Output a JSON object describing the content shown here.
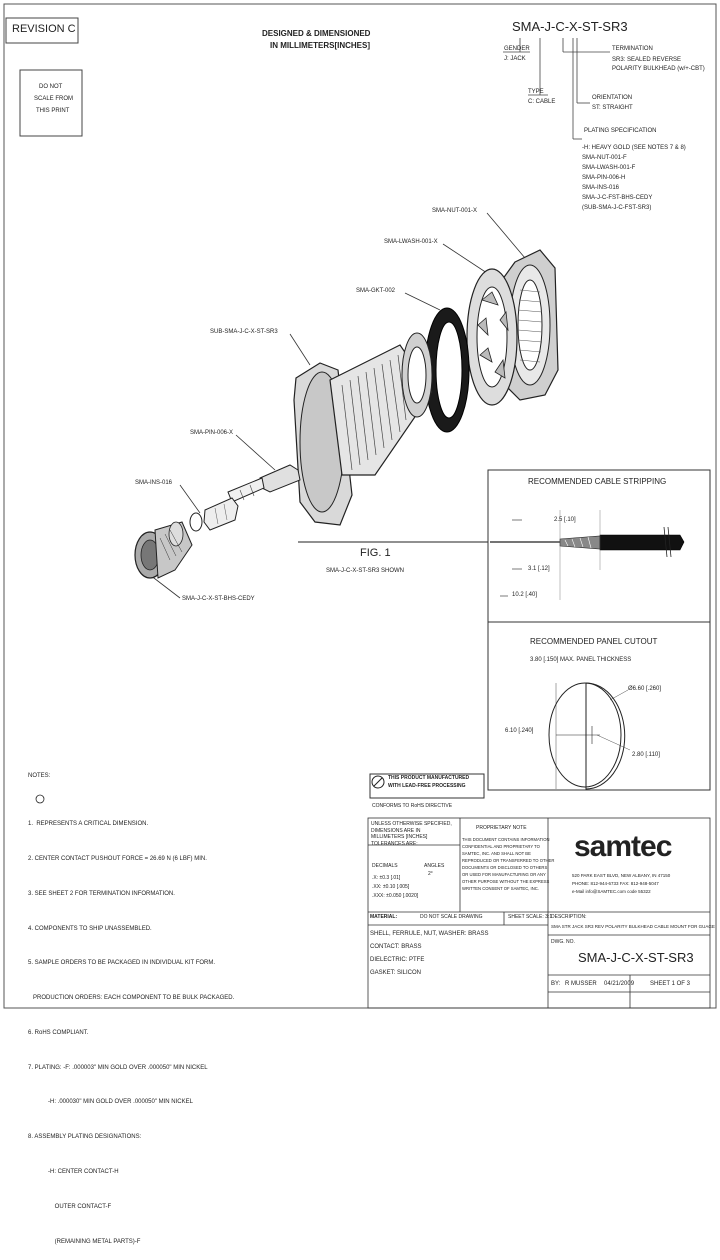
{
  "revision": "REVISION C",
  "do_not_scale": [
    "DO NOT",
    "SCALE FROM",
    "THIS PRINT"
  ],
  "designed": [
    "DESIGNED & DIMENSIONED",
    "IN MILLIMETERS[INCHES]"
  ],
  "part_code": {
    "number": "SMA-J-C-X-ST-SR3",
    "gender_label": "GENDER",
    "gender_value": "J: JACK",
    "type_label": "TYPE",
    "type_value": "C: CABLE",
    "termination_label": "TERMINATION",
    "termination_value_1": "SR3: SEALED REVERSE",
    "termination_value_2": "POLARITY BULKHEAD (w/+-CBT)",
    "orientation_label": "ORIENTATION",
    "orientation_value": "ST: STRAIGHT",
    "plating_label": "PLATING SPECIFICATION",
    "plating_lines": [
      "-H: HEAVY GOLD (SEE NOTES 7 & 8)",
      "SMA-NUT-001-F",
      "SMA-LWASH-001-F",
      "SMA-PIN-006-H",
      "SMA-INS-016",
      "SMA-J-C-FST-BHS-CEDY",
      "(SUB-SMA-J-C-FST-SR3)"
    ]
  },
  "callouts": {
    "nut": "SMA-NUT-001-X",
    "lwash": "SMA-LWASH-001-X",
    "gasket": "SMA-GKT-002",
    "sub": "SUB-SMA-J-C-X-ST-SR3",
    "pin": "SMA-PIN-006-X",
    "ins": "SMA-INS-016",
    "body": "SMA-J-C-X-ST-BHS-CEDY"
  },
  "fig": {
    "title": "FIG. 1",
    "subtitle": "SMA-J-C-X-ST-SR3 SHOWN"
  },
  "stripping": {
    "title": "RECOMMENDED CABLE STRIPPING",
    "dim1": "2.5 [.10]",
    "dim2": "3.1 [.12]",
    "dim3": "10.2 [.40]"
  },
  "panel": {
    "title": "RECOMMENDED PANEL CUTOUT",
    "thickness": "3.80 [.150] MAX. PANEL THICKNESS",
    "diameter": "Ø6.60 [.260]",
    "height": "6.10 [.240]",
    "half": "2.80 [.110]"
  },
  "lead_free": {
    "line1": "THIS PRODUCT MANUFACTURED",
    "line2": "WITH LEAD-FREE PROCESSING",
    "line3": "CONFORMS TO RoHS DIRECTIVE"
  },
  "notes": {
    "title": "NOTES:",
    "lines": [
      "1.  REPRESENTS A CRITICAL DIMENSION.",
      "2. CENTER CONTACT PUSHOUT FORCE = 26.69 N (6 LBF) MIN.",
      "3. SEE SHEET 2 FOR TERMINATION INFORMATION.",
      "4. COMPONENTS TO SHIP UNASSEMBLED.",
      "5. SAMPLE ORDERS TO BE PACKAGED IN INDIVIDUAL KIT FORM.",
      "   PRODUCTION ORDERS: EACH COMPONENT TO BE BULK PACKAGED.",
      "6. RoHS COMPLIANT.",
      "7. PLATING: -F: .000003\" MIN GOLD OVER .000050\" MIN NICKEL",
      "            -H: .000030\" MIN GOLD OVER .000050\" MIN NICKEL",
      "8. ASSEMBLY PLATING DESIGNATIONS:",
      "            -H: CENTER CONTACT-H",
      "                OUTER CONTACT-F",
      "                (REMAINING METAL PARTS)-F"
    ]
  },
  "title_block": {
    "tol_lines": [
      "UNLESS OTHERWISE SPECIFIED,",
      "DIMENSIONS ARE IN",
      "MILLIMETERS [INCHES]",
      "TOLERANCES ARE:"
    ],
    "decimal_label": "DECIMALS",
    "angles_label": "ANGLES",
    "angles_value": "2°",
    "tol_values": [
      ".X: ±0.3 [.01]",
      ".XX: ±0.10 [.005]",
      ".XXX: ±0.050 [.0020]"
    ],
    "proprietary_title": "PROPRIETARY NOTE",
    "proprietary_text": [
      "THIS DOCUMENT CONTAINS INFORMATION",
      "CONFIDENTIAL AND PROPRIETARY TO",
      "SAMTEC, INC. AND SHALL NOT BE",
      "REPRODUCED OR TRANSFERRED TO OTHER",
      "DOCUMENTS OR DISCLOSED TO OTHERS",
      "OR USED FOR MANUFACTURING OR ANY",
      "OTHER PURPOSE WITHOUT THE EXPRESS",
      "WRITTEN CONSENT OF SAMTEC, INC."
    ],
    "material_label": "MATERIAL:",
    "material_sub": "DO NOT SCALE DRAWING",
    "sheet_scale": "SHEET SCALE: 3:1",
    "materials": [
      "SHELL, FERRULE, NUT, WASHER: BRASS",
      "CONTACT: BRASS",
      "DIELECTRIC: PTFE",
      "GASKET: SILICON"
    ],
    "company": "samtec",
    "address": [
      "520 PARK EAST BLVD, NEW ALBANY, IN 47150",
      "PHONE: 812-944-6733  FAX: 812-948-5047",
      "e-Mail info@SAMTEC.com  code 55322"
    ],
    "description_label": "DESCRIPTION:",
    "description_value": "SMA STR JACK SR3 REV POLARITY BULKHEAD CABLE MOUNT FOR GUAGE",
    "dwg_label": "DWG. NO.",
    "dwg_number": "SMA-J-C-X-ST-SR3",
    "by_label": "BY:",
    "by_value": "R MUSSER",
    "date": "04/21/2009",
    "sheet": "SHEET 1 OF 3"
  }
}
